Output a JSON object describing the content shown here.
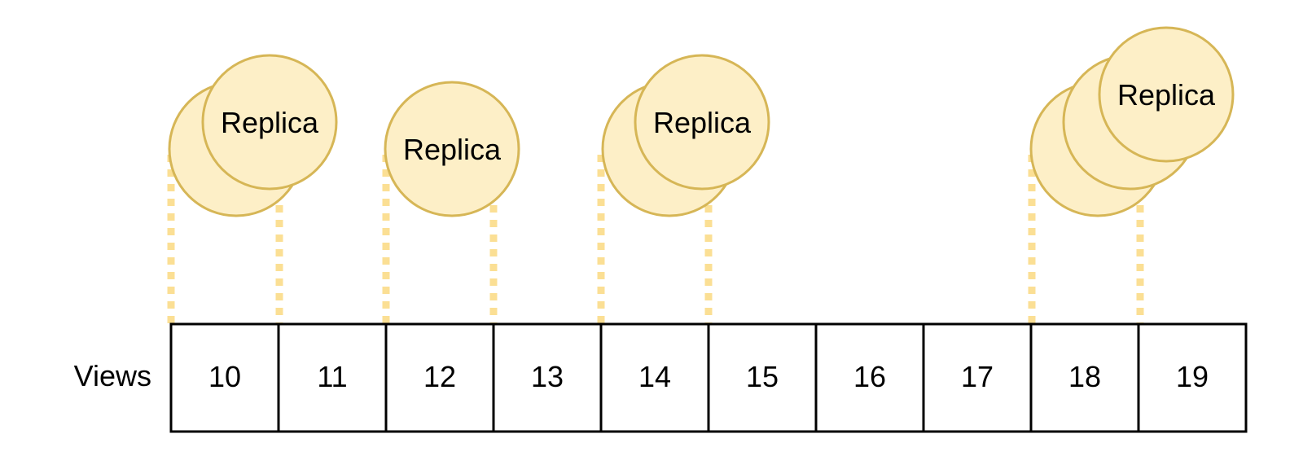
{
  "views": {
    "label": "Views",
    "cells": [
      "10",
      "11",
      "12",
      "13",
      "14",
      "15",
      "16",
      "17",
      "18",
      "19"
    ]
  },
  "replicas": {
    "label": "Replica",
    "stacks": [
      {
        "start_view": "10",
        "count": 2
      },
      {
        "start_view": "12",
        "count": 1
      },
      {
        "start_view": "14",
        "count": 2
      },
      {
        "start_view": "18",
        "count": 3
      }
    ]
  },
  "colors": {
    "replica_fill": "#fdefc7",
    "replica_stroke": "#d6b656",
    "connector": "#fbdf94",
    "cell_stroke": "#000000"
  }
}
